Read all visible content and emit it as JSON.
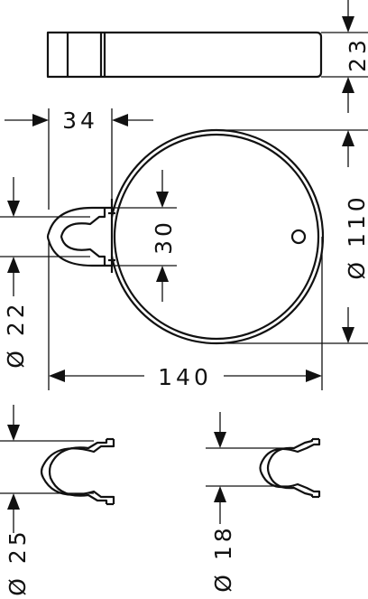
{
  "diagram": {
    "dimensions": {
      "cup_height": "23",
      "clip_offset": "34",
      "diameter_outer": "Ø 110",
      "clip_gap": "30",
      "rail_diameter": "Ø 22",
      "overall_width": "140",
      "holder_a_diameter": "Ø 25",
      "holder_b_diameter": "Ø 18"
    }
  }
}
